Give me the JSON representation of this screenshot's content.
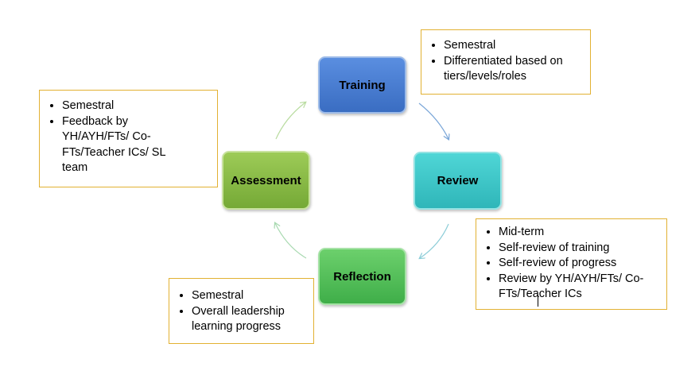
{
  "colors": {
    "training": "#4a7fd6",
    "review": "#3cc4c6",
    "reflection": "#52bf58",
    "assessment": "#88ba45",
    "note_border": "#e2b132",
    "arrow_top_right": "#7aa6d8",
    "arrow_bottom_right": "#8ccdd8",
    "arrow_bottom_left": "#a8d9b0",
    "arrow_top_left": "#b9dca0"
  },
  "nodes": {
    "training": "Training",
    "review": "Review",
    "reflection": "Reflection",
    "assessment": "Assessment"
  },
  "notes": {
    "training": [
      "Semestral",
      "Differentiated based on tiers/levels/roles"
    ],
    "assessment": [
      "Semestral",
      "Feedback by YH/AYH/FTs/ Co-FTs/Teacher ICs/ SL team"
    ],
    "review": [
      "Mid-term",
      "Self-review of training",
      "Self-review of progress",
      "Review by YH/AYH/FTs/ Co-FTs/Teacher ICs"
    ],
    "reflection": [
      "Semestral",
      "Overall leadership learning progress"
    ]
  }
}
